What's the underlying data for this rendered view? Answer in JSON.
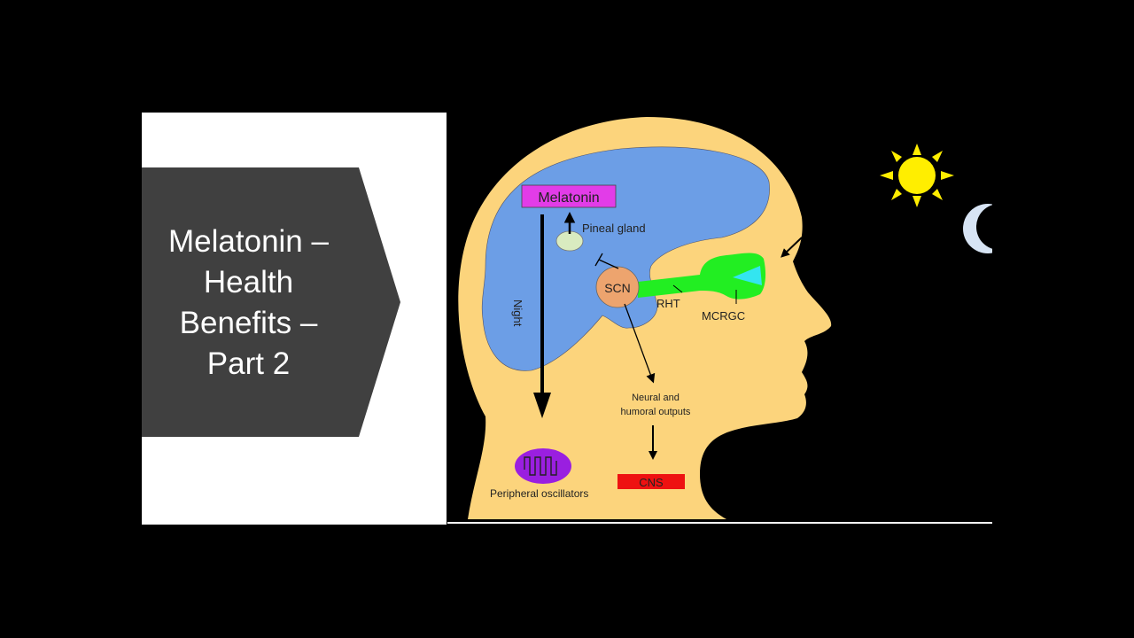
{
  "slide": {
    "title_lines": [
      "Melatonin –",
      "Health",
      "Benefits –",
      "Part 2"
    ]
  },
  "diagram": {
    "labels": {
      "melatonin": "Melatonin",
      "pineal_gland": "Pineal gland",
      "night": "Night",
      "scn": "SCN",
      "rht": "RHT",
      "mcrgc": "MCRGC",
      "outputs_line1": "Neural and",
      "outputs_line2": "humoral outputs",
      "cns": "CNS",
      "peripheral": "Peripheral oscillators"
    },
    "colors": {
      "skin": "#fcd47c",
      "brain": "#6c9ee6",
      "melatonin_box": "#e23ce8",
      "scn": "#eda46e",
      "rht": "#22ee22",
      "cns": "#ee1111",
      "oscillator": "#9a1fe0",
      "sun": "#ffee00",
      "moon": "#d7e4f4"
    }
  }
}
